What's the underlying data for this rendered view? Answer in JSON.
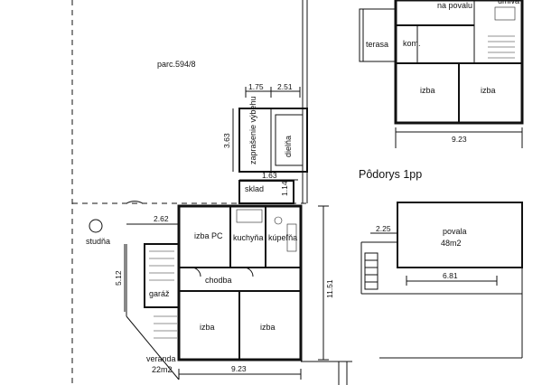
{
  "parcel": {
    "label": "parc.594/8"
  },
  "top_right_plan": {
    "rooms": [
      {
        "id": "na-povalu",
        "label": "na povalu"
      },
      {
        "id": "umiva",
        "label": "umiva"
      },
      {
        "id": "terasa",
        "label": "terasa"
      },
      {
        "id": "kom",
        "label": "kom."
      },
      {
        "id": "izba-left",
        "label": "izba"
      },
      {
        "id": "izba-right",
        "label": "izba"
      }
    ],
    "dimensions": {
      "width": "9.23"
    },
    "title": "Pôdorys 1pp"
  },
  "attic_plan": {
    "room_name": "povala",
    "room_area": "48m2",
    "dimensions": {
      "left": "2.25",
      "width": "6.81"
    }
  },
  "ground_plan": {
    "rooms": [
      {
        "id": "zaprasenie",
        "label": "zaprašenie výbehu"
      },
      {
        "id": "dielna",
        "label": "dielňa"
      },
      {
        "id": "sklad",
        "label": "sklad"
      },
      {
        "id": "izba-pc",
        "label": "izba PC"
      },
      {
        "id": "kuchyna",
        "label": "kuchyňa"
      },
      {
        "id": "kupelna",
        "label": "kúpeľňa"
      },
      {
        "id": "chodba",
        "label": "chodba"
      },
      {
        "id": "izba-bl",
        "label": "izba"
      },
      {
        "id": "izba-br",
        "label": "izba"
      },
      {
        "id": "studna",
        "label": "studňa"
      },
      {
        "id": "veranda",
        "label": "veranda"
      },
      {
        "id": "veranda-area",
        "label": "22m2"
      },
      {
        "id": "garaz",
        "label": "garáž"
      }
    ],
    "dimensions": {
      "a": "1.75",
      "b": "2.51",
      "c": "3.63",
      "d": "1.63",
      "e": "1.14",
      "f": "2.62",
      "g": "5.12",
      "h": "11.51",
      "i": "9.23"
    }
  }
}
